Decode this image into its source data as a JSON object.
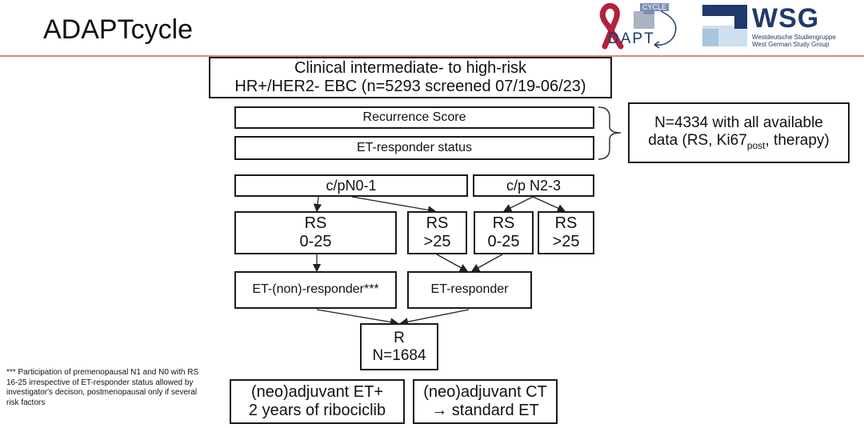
{
  "slide": {
    "title": "ADAPTcycle"
  },
  "logos": {
    "adapt": {
      "word": "DAPT",
      "tag": "CYCLE"
    },
    "wsg": {
      "abbr": "WSG",
      "sub_de": "Westdeutsche Studiengruppe",
      "sub_en": "West German Study Group",
      "color": "#1f3a6b"
    }
  },
  "flow": {
    "population": {
      "line1": "Clinical intermediate- to high-risk",
      "line2": "HR+/HER2- EBC (n=5293 screened 07/19-06/23)"
    },
    "recurrence_score": "Recurrence Score",
    "et_responder_status": "ET-responder status",
    "available_data": {
      "line1": "N=4334 with all available",
      "line2_pre": "data (RS, Ki67",
      "line2_sub": "post",
      "line2_post": ", therapy)"
    },
    "node_n0_1": "c/pN0-1",
    "node_n2_3": "c/p N2-3",
    "rs_boxes": [
      {
        "line1": "RS",
        "line2": "0-25"
      },
      {
        "line1": "RS",
        "line2": ">25"
      },
      {
        "line1": "RS",
        "line2": "0-25"
      },
      {
        "line1": "RS",
        "line2": ">25"
      }
    ],
    "et_non_responder": "ET-(non)-responder***",
    "et_responder": "ET-responder",
    "randomization": {
      "line1": "R",
      "line2": "N=1684"
    },
    "arm_et": {
      "line1": "(neo)adjuvant ET+",
      "line2": "2 years of ribociclib"
    },
    "arm_ct": {
      "line1": "(neo)adjuvant CT",
      "line2": "→ standard ET"
    }
  },
  "footnote": "*** Participation of premenopausal N1 and N0 with RS 16-25 irrespective of ET-responder status allowed by investigator's decison, postmenopausal only if several risk factors",
  "colors": {
    "accent_rule": "#e08a7a",
    "ribbon_red": "#b3213a",
    "box_border": "#1a1a1a"
  }
}
